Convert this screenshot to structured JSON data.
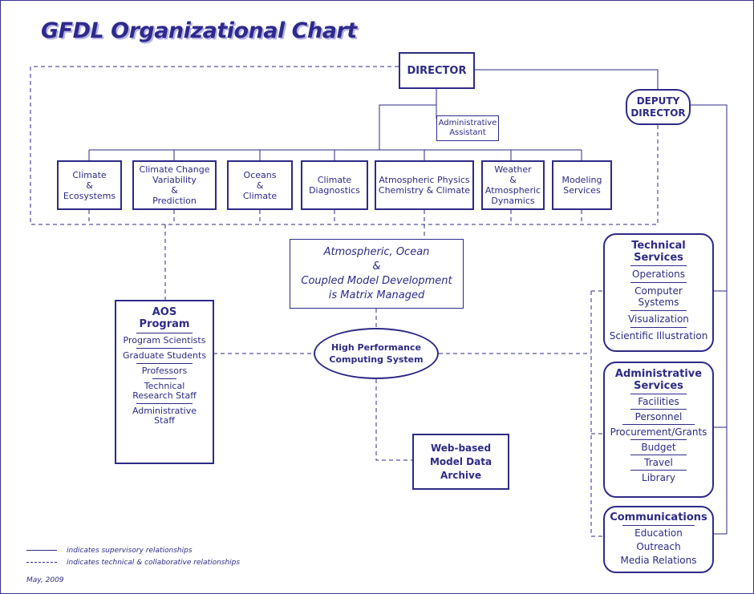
{
  "title": "GFDL Organizational Chart",
  "director": "DIRECTOR",
  "deputy_director": [
    "DEPUTY",
    "DIRECTOR"
  ],
  "administrative_assistant": [
    "Administrative",
    "Assistant"
  ],
  "divisions": [
    [
      "Climate",
      "&",
      "Ecosystems"
    ],
    [
      "Climate Change",
      "Variability",
      "&",
      "Prediction"
    ],
    [
      "Oceans",
      "&",
      "Climate"
    ],
    [
      "Climate",
      "Diagnostics"
    ],
    [
      "Atmospheric Physics",
      "Chemistry & Climate"
    ],
    [
      "Weather",
      "&",
      "Atmospheric",
      "Dynamics"
    ],
    [
      "Modeling",
      "Services"
    ]
  ],
  "matrix_note": [
    "Atmospheric, Ocean",
    "&",
    "Coupled Model Development",
    "is Matrix Managed"
  ],
  "aos_program": {
    "title": [
      "AOS",
      "Program"
    ],
    "items": [
      [
        "Program Scientists"
      ],
      [
        "Graduate Students"
      ],
      [
        "Professors"
      ],
      [
        "Technical",
        "Research Staff"
      ],
      [
        "Administrative",
        "Staff"
      ]
    ]
  },
  "hpcs": [
    "High Performance",
    "Computing System"
  ],
  "archive": [
    "Web-based",
    "Model Data",
    "Archive"
  ],
  "technical_services": {
    "title": [
      "Technical",
      "Services"
    ],
    "items": [
      [
        "Operations"
      ],
      [
        "Computer",
        "Systems"
      ],
      [
        "Visualization"
      ],
      [
        "Scientific Illustration"
      ]
    ]
  },
  "administrative_services": {
    "title": [
      "Administrative",
      "Services"
    ],
    "items": [
      [
        "Facilities"
      ],
      [
        "Personnel"
      ],
      [
        "Procurement/Grants"
      ],
      [
        "Budget"
      ],
      [
        "Travel"
      ],
      [
        "Library"
      ]
    ]
  },
  "communications": {
    "title": [
      "Communications"
    ],
    "items": [
      [
        "Education"
      ],
      [
        "Outreach"
      ],
      [
        "Media Relations"
      ]
    ]
  },
  "legend": {
    "solid": "indicates supervisory relationships",
    "dashed": "indicates technical & collaborative relationships"
  },
  "date": "May, 2009",
  "colors": {
    "ink": "#2e2a86",
    "title_shadow": "#b8b4e6"
  }
}
